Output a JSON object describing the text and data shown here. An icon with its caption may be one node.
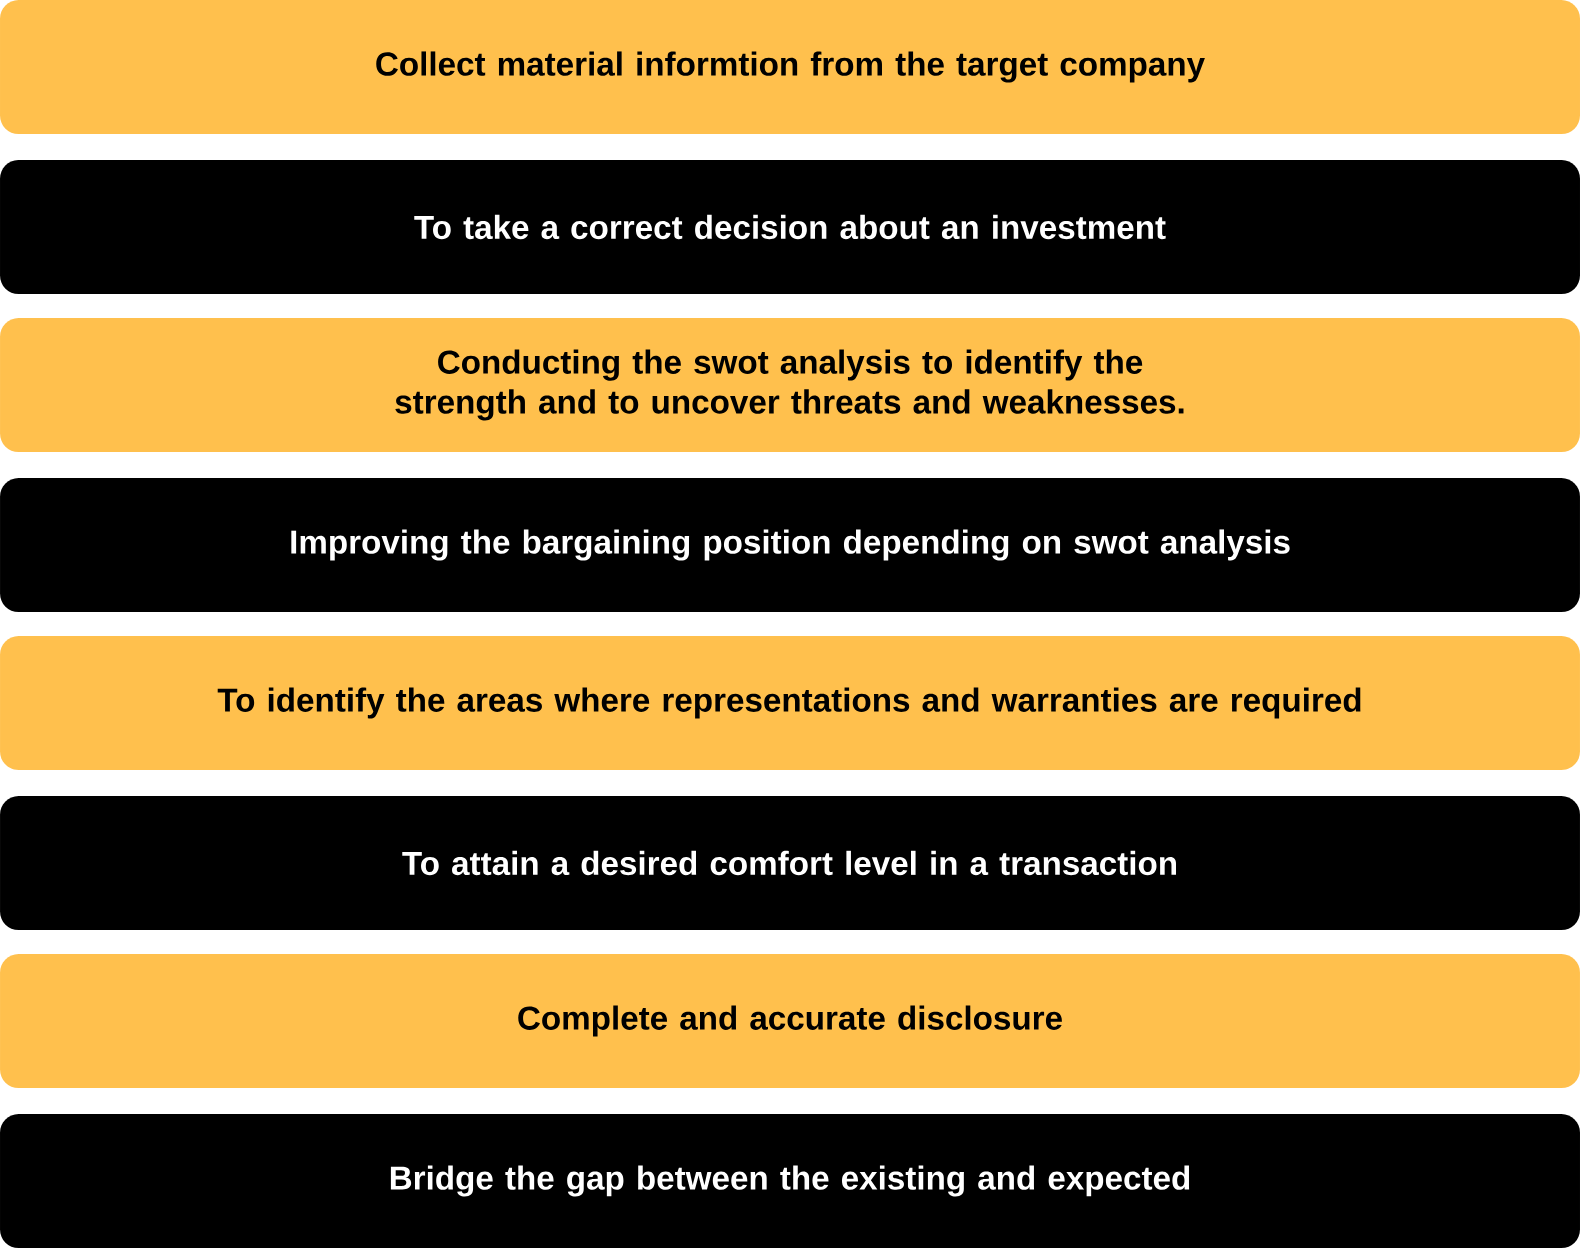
{
  "diagram": {
    "nodes": [
      {
        "text": [
          "Collect material informtion from the target company"
        ]
      },
      {
        "text": [
          "To take a correct decision about an investment"
        ]
      },
      {
        "text": [
          "Conducting the swot analysis to identify the strength and to uncover threats and weaknesses."
        ]
      },
      {
        "text": [
          "Improving the bargaining position depending on swot analysis"
        ]
      },
      {
        "text": [
          "To identify the areas where representations and warranties are required"
        ]
      },
      {
        "text": [
          "To attain a desired comfort level in a transaction"
        ]
      },
      {
        "text": [
          "Complete and accurate disclosure"
        ]
      },
      {
        "text": [
          "Bridge the gap between the existing and expected"
        ]
      }
    ]
  }
}
